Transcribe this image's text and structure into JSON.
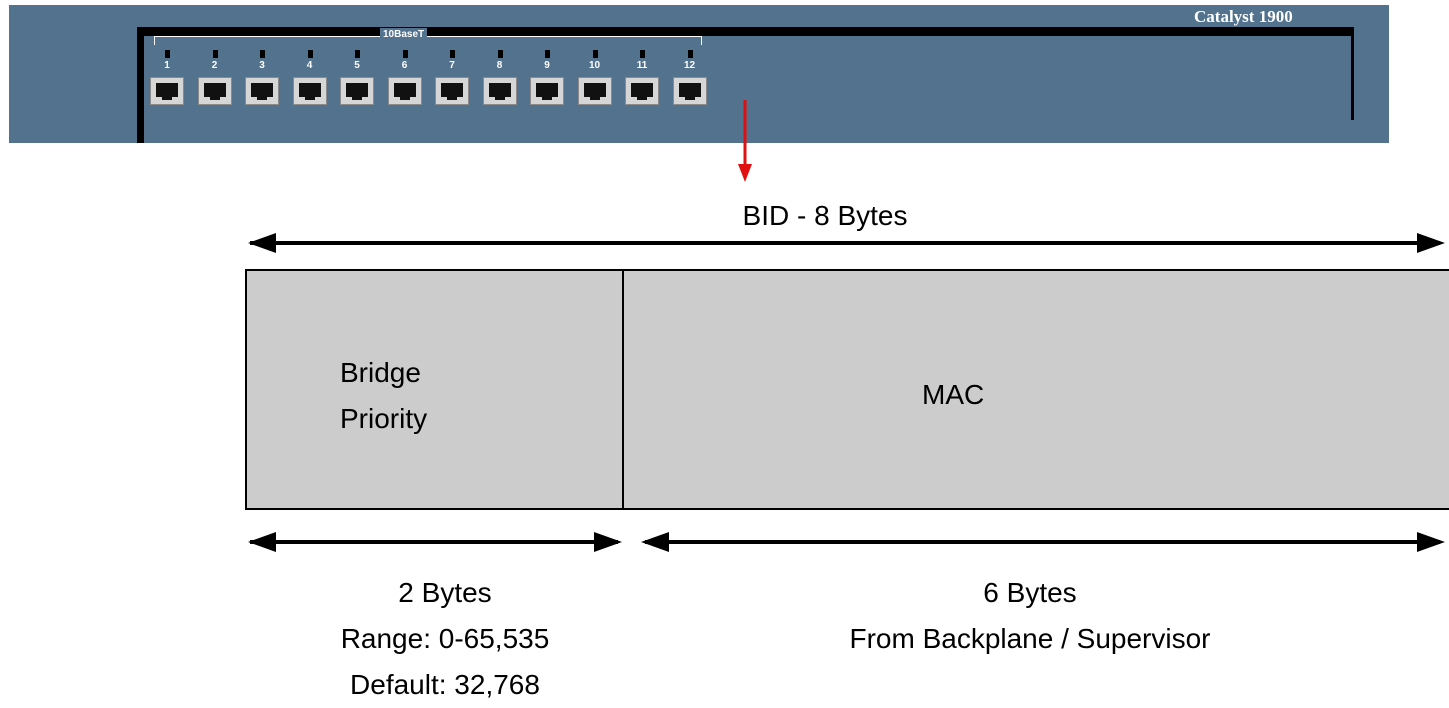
{
  "switch": {
    "model": "Catalyst 1900",
    "port_group_label": "10BaseT",
    "ports": [
      "1",
      "2",
      "3",
      "4",
      "5",
      "6",
      "7",
      "8",
      "9",
      "10",
      "11",
      "12"
    ],
    "chassis_color": "#52728e"
  },
  "pointer_color": "#e01010",
  "bid": {
    "title": "BID - 8 Bytes",
    "fields": [
      {
        "name_lines": [
          "Bridge",
          "Priority"
        ],
        "size": "2 Bytes",
        "details": [
          "Range: 0-65,535",
          "Default: 32,768"
        ]
      },
      {
        "name_lines": [
          "MAC"
        ],
        "size": "6 Bytes",
        "details": [
          "From Backplane / Supervisor"
        ]
      }
    ],
    "field_fill": "#cccccc"
  }
}
